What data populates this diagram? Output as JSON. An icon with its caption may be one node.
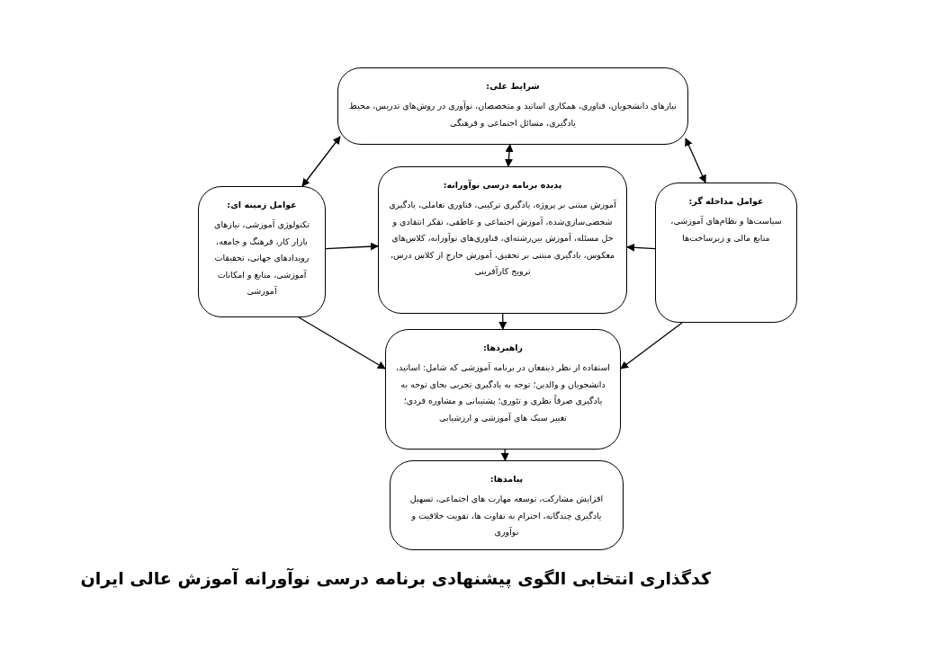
{
  "diagram": {
    "caption": "کدگذاری انتخابی الگوی پیشنهادی برنامه درسی  نوآورانه آموزش عالی ایران",
    "nodes": [
      {
        "text": [
          "شرایط علی:",
          "نیازهای دانشجویان، فناوری، همکاری اساتید  و متخصصان، نوآوری در روش‌های تدریس، محیط یادگیری، مسائل اجتماعی و فرهنگی"
        ]
      },
      {
        "text": [
          "عوامل زمینه ای:",
          "تکنولوژی آموزشی، نیازهای بازار کار، فرهنگ و جامعه، رویدادهای جهانی، تحقیقات آموزشی، منابع و امکانات آموزشی"
        ]
      },
      {
        "text": [
          "پدیده برنامه درسی نوآورانه:",
          "آموزش مبتنی بر پروژه، یادگیری ترکیبی، فناوری تعاملی، یادگیری شخصی‌سازی‌شده، آموزش اجتماعی و عاطفی، تفکر انتقادی و حل مسئله، آموزش بین‌رشته‌ای، فناوری‌های نوآورانه، کلاس‌های معکوس، یادگیری مبتنی بر تحقیق، آموزش خارج از کلاس درس، ترویج کارآفرینی"
        ]
      },
      {
        "text": [
          "عوامل مداخله گر:",
          "سیاست‌ها و نظام‌های آموزشی، منابع مالی و زیرساخت‌ها"
        ]
      },
      {
        "text": [
          "راهبردها:",
          "استفاده از نظر ذینفعان در برنامه آموزشی که شامل: اساتید، دانشجویان و والدین؛  توجه به یادگیری تجربی بجای توجه به یادگیری صرفاً نظری و تئوری؛ پشتیبانی و مشاوره فردی؛ تغییر سبک های آموزشی و ارزشیابی"
        ]
      },
      {
        "text": [
          "پیامدها:",
          "افزایش مشارکت، توسعه مهارت های اجتماعی، تسهیل یادگیری چندگانه، احترام به تفاوت ها، تقویت خلاقیت و نوآوری"
        ]
      }
    ],
    "edges": [
      {
        "from": 0,
        "to": 1,
        "arrow": "both"
      },
      {
        "from": 0,
        "to": 2,
        "arrow": "both"
      },
      {
        "from": 0,
        "to": 3,
        "arrow": "both"
      },
      {
        "from": 1,
        "to": 2,
        "arrow": "to"
      },
      {
        "from": 3,
        "to": 2,
        "arrow": "to"
      },
      {
        "from": 2,
        "to": 4,
        "arrow": "to"
      },
      {
        "from": 1,
        "to": 4,
        "arrow": "to"
      },
      {
        "from": 3,
        "to": 4,
        "arrow": "to"
      },
      {
        "from": 4,
        "to": 5,
        "arrow": "to"
      }
    ]
  }
}
